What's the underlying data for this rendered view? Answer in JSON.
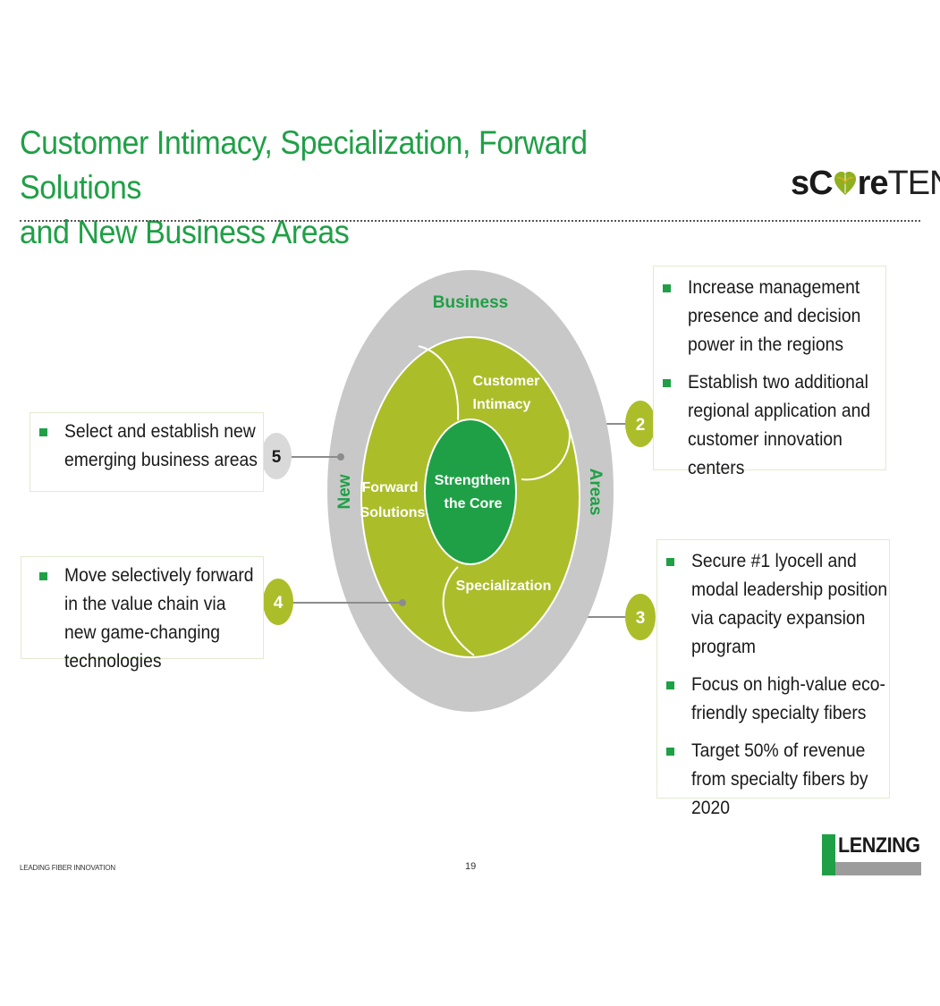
{
  "header": {
    "title_line1": "Customer Intimacy, Specialization, Forward Solutions",
    "title_line2": "and New Business Areas",
    "logo_prefix": "sC",
    "logo_mid": "re",
    "logo_suffix": "TEN"
  },
  "diagram": {
    "outer_ring": {
      "top_label": "Business",
      "right_label": "Areas",
      "left_label": "New"
    },
    "segments": {
      "customer_intimacy_line1": "Customer",
      "customer_intimacy_line2": "Intimacy",
      "forward_solutions_line1": "Forward",
      "forward_solutions_line2": "Solutions",
      "specialization": "Specialization"
    },
    "core": {
      "line1": "Strengthen",
      "line2": "the Core"
    },
    "callouts": {
      "n2": "2",
      "n3": "3",
      "n4": "4",
      "n5": "5"
    },
    "colors": {
      "ring": "#c8c8c8",
      "segment": "#acbd2a",
      "core": "#1fa046",
      "callout_gray": "#d9d9d9"
    }
  },
  "boxes": {
    "box2": [
      "Increase management presence and decision power in the regions",
      "Establish two additional regional application and customer innovation centers"
    ],
    "box3": [
      "Secure #1 lyocell and modal leadership position via capacity expansion program",
      "Focus on high-value eco-friendly specialty fibers",
      "Target 50% of revenue from specialty fibers by 2020"
    ],
    "box5": [
      "Select and establish new emerging business areas"
    ],
    "box4": [
      "Move selectively forward in the value chain via new game-changing technologies"
    ]
  },
  "footer": {
    "tagline": "LEADING FIBER INNOVATION",
    "page_number": "19",
    "brand": "LENZING"
  }
}
